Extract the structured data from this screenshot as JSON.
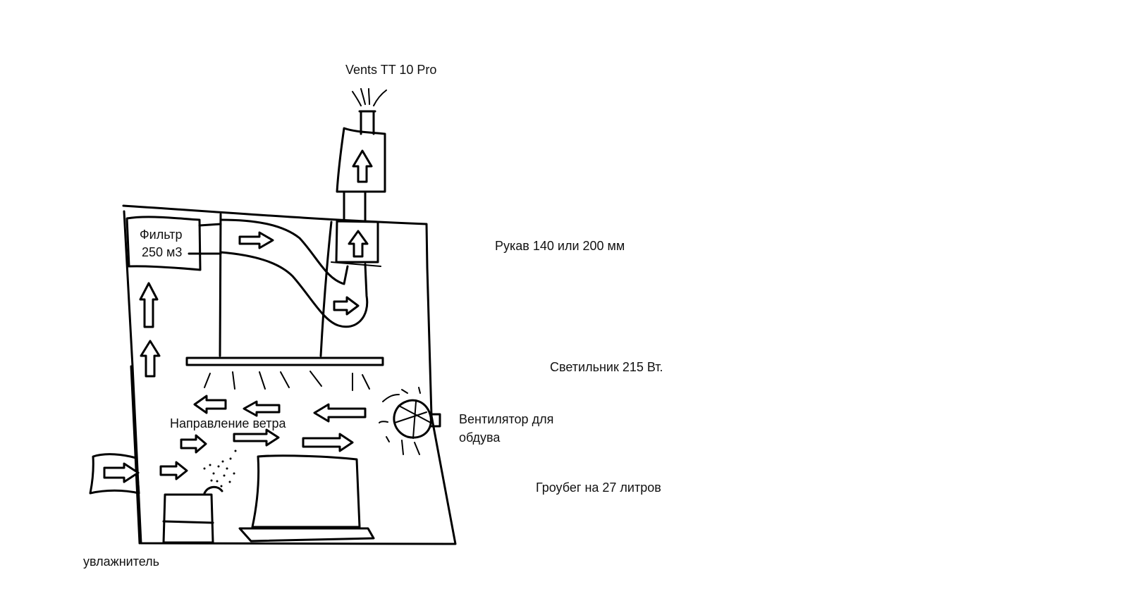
{
  "labels": {
    "exhaust_fan": "Vents TT 10 Pro",
    "duct": "Рукав 140 или 200 мм",
    "filter_line1": "Фильтр",
    "filter_line2": "250 м3",
    "lamp": "Светильник 215 Вт.",
    "wind_direction": "Направление ветра",
    "fan_line1": "Вентилятор для",
    "fan_line2": "обдува",
    "grow_bag": "Гроубег на 27 литров",
    "humidifier": "увлажнитель"
  },
  "colors": {
    "ink": "#000000",
    "background": "#ffffff"
  }
}
